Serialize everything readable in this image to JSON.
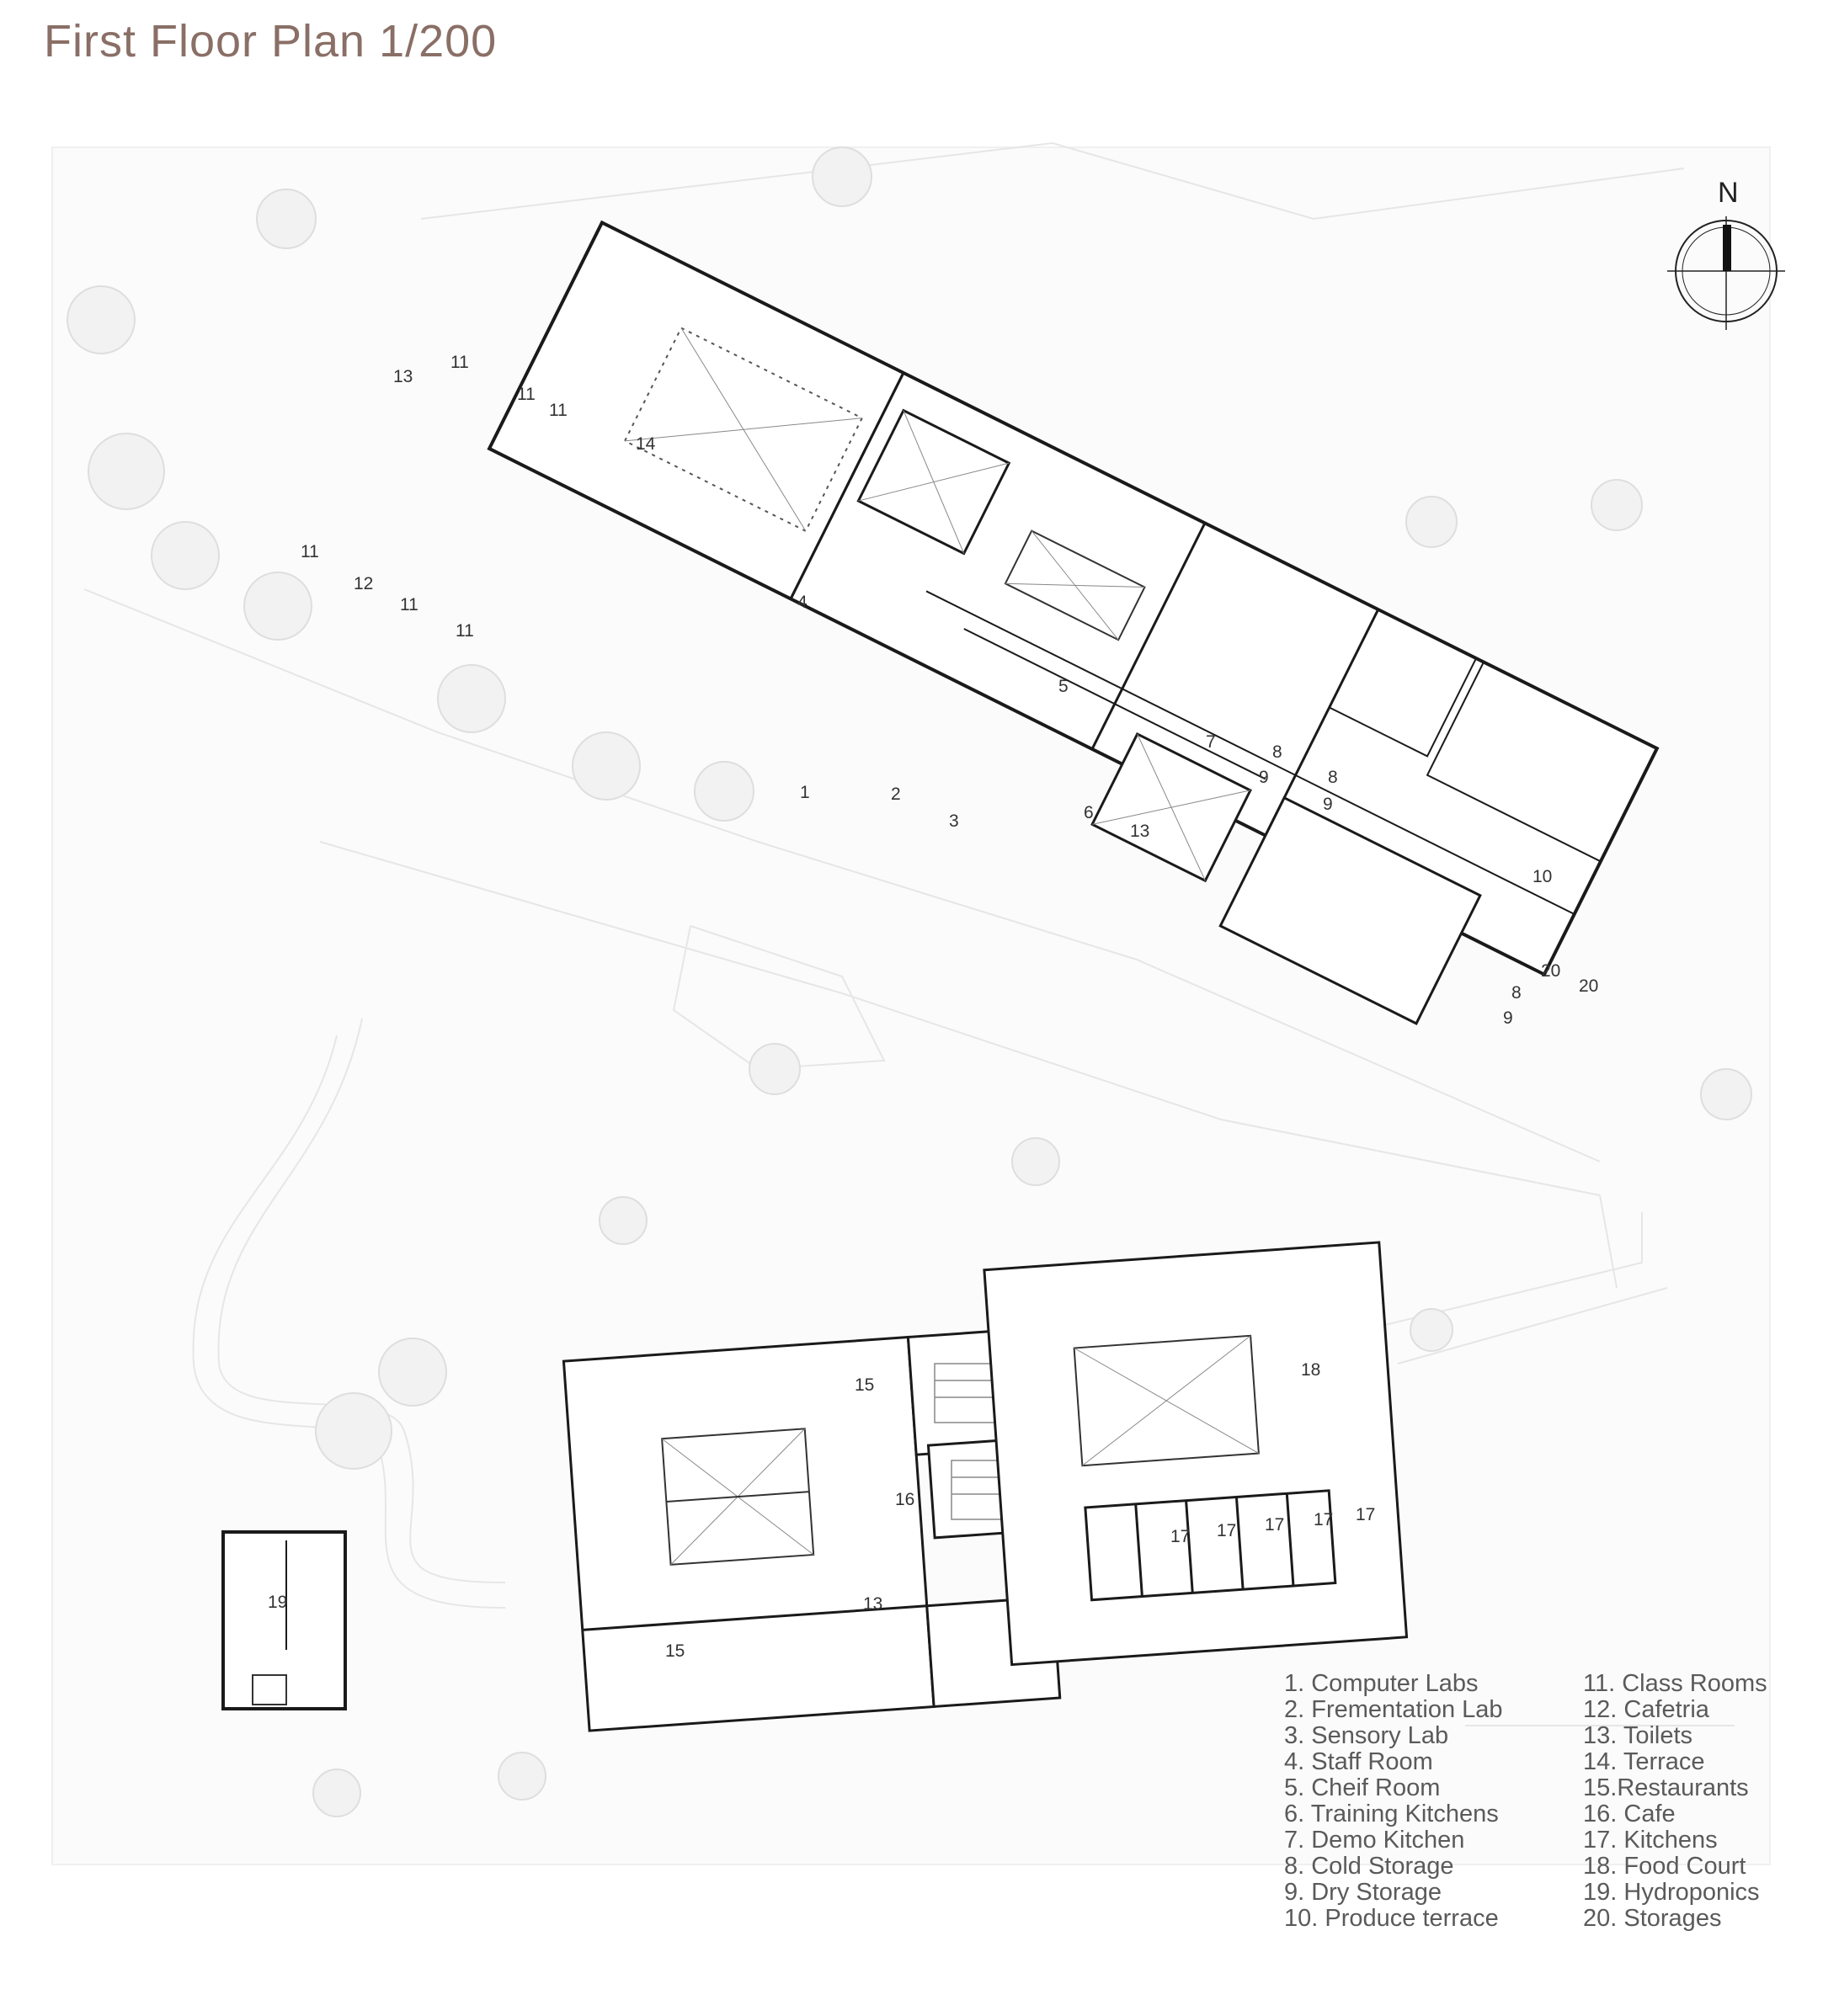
{
  "title": "First Floor Plan 1/200",
  "north_label": "N",
  "room_labels": {
    "r1": "1",
    "r2": "2",
    "r3": "3",
    "r4": "4",
    "r5": "5",
    "r6": "6",
    "r7": "7",
    "r8": "8",
    "r9": "9",
    "r10": "10",
    "r11": "11",
    "r12": "12",
    "r13": "13",
    "r14": "14",
    "r15": "15",
    "r16": "16",
    "r17": "17",
    "r18": "18",
    "r19": "19",
    "r20": "20"
  },
  "legend_left": [
    "1. Computer Labs",
    "2. Frementation Lab",
    "3. Sensory Lab",
    "4. Staff Room",
    "5. Cheif Room",
    "6. Training Kitchens",
    "7. Demo Kitchen",
    "8. Cold Storage",
    "9. Dry Storage",
    "10. Produce terrace"
  ],
  "legend_right": [
    "11. Class Rooms",
    "12. Cafetria",
    "13. Toilets",
    "14. Terrace",
    "15.Restaurants",
    "16. Cafe",
    "17. Kitchens",
    "18. Food Court",
    "19. Hydroponics",
    "20. Storages"
  ],
  "colors": {
    "title": "#8a6f66",
    "walls": "#1a1a1a",
    "site": "#e6e6e6",
    "legend_text": "#5a5a5a"
  }
}
